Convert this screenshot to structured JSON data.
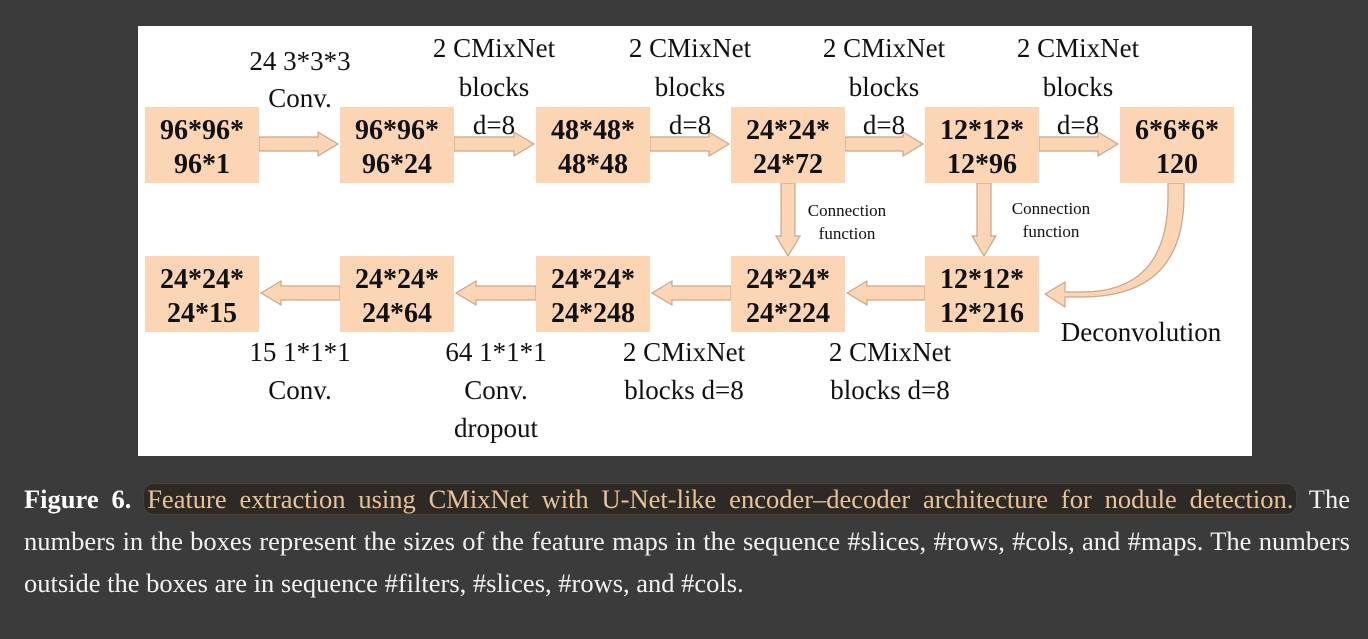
{
  "diagram": {
    "top_row": [
      {
        "line1": "96*96*",
        "line2": "96*1"
      },
      {
        "line1": "96*96*",
        "line2": "96*24"
      },
      {
        "line1": "48*48*",
        "line2": "48*48"
      },
      {
        "line1": "24*24*",
        "line2": "24*72"
      },
      {
        "line1": "12*12*",
        "line2": "12*96"
      },
      {
        "line1": "6*6*6*",
        "line2": "120"
      }
    ],
    "bottom_row": [
      {
        "line1": "24*24*",
        "line2": "24*15"
      },
      {
        "line1": "24*24*",
        "line2": "24*64"
      },
      {
        "line1": "24*24*",
        "line2": "24*248"
      },
      {
        "line1": "24*24*",
        "line2": "24*224"
      },
      {
        "line1": "12*12*",
        "line2": "12*216"
      }
    ],
    "top_labels": [
      {
        "lines": [
          "24 3*3*3",
          "Conv."
        ]
      },
      {
        "lines": [
          "2 CMixNet",
          "blocks"
        ],
        "inline": "d=8"
      },
      {
        "lines": [
          "2 CMixNet",
          "blocks"
        ],
        "inline": "d=8"
      },
      {
        "lines": [
          "2 CMixNet",
          "blocks"
        ],
        "inline": "d=8"
      },
      {
        "lines": [
          "2 CMixNet",
          "blocks"
        ],
        "inline": "d=8"
      }
    ],
    "bottom_labels": [
      {
        "lines": [
          "15 1*1*1",
          "Conv."
        ]
      },
      {
        "lines": [
          "64 1*1*1",
          "Conv.",
          "dropout"
        ]
      },
      {
        "lines": [
          "2 CMixNet",
          "blocks d=8"
        ]
      },
      {
        "lines": [
          "2 CMixNet",
          "blocks d=8"
        ]
      }
    ],
    "connection_labels": [
      {
        "lines": [
          "Connection",
          "function"
        ]
      },
      {
        "lines": [
          "Connection",
          "function"
        ]
      }
    ],
    "deconv_label": "Deconvolution",
    "colors": {
      "box": "#fcd5b5",
      "arrow_fill": "#fcd5b5",
      "arrow_stroke": "#c9a68a"
    }
  },
  "caption": {
    "label": "Figure 6.",
    "highlighted": "Feature extraction using CMixNet with U-Net-like encoder–decoder architecture for nodule detection.",
    "rest": " The numbers in the boxes represent the sizes of the feature maps in the sequence #slices, #rows, #cols, and #maps.  The numbers outside the boxes are in sequence #filters, #slices, #rows, and #cols."
  }
}
